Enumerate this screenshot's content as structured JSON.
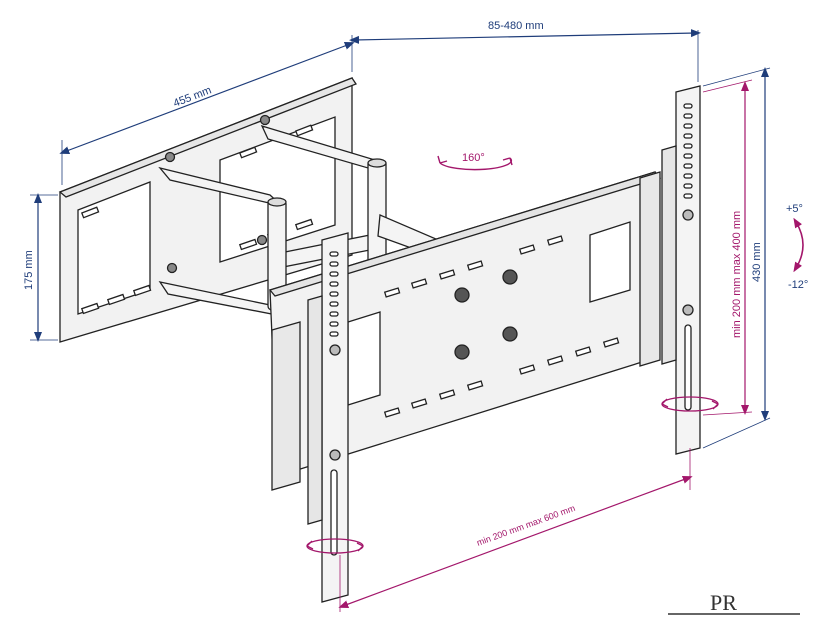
{
  "labels": {
    "width_wall": "455 mm",
    "extension": "85-480 mm",
    "height_wall": "175 mm",
    "swivel": "160°",
    "tilt_up": "+5°",
    "tilt_down": "-12°",
    "height_total": "430 mm",
    "vesa_vertical": "min 200 mm max 400 mm",
    "vesa_horizontal": "min 200 mm max 600 mm"
  },
  "logo": {
    "text": "PR"
  },
  "colors": {
    "navy": "#1f3d7a",
    "magenta": "#a3176b",
    "line": "#222222",
    "metal": "#f2f2f2"
  },
  "icons": [
    "swivel-arrow-icon",
    "tilt-arrow-icon",
    "rotation-arrow-icon"
  ]
}
